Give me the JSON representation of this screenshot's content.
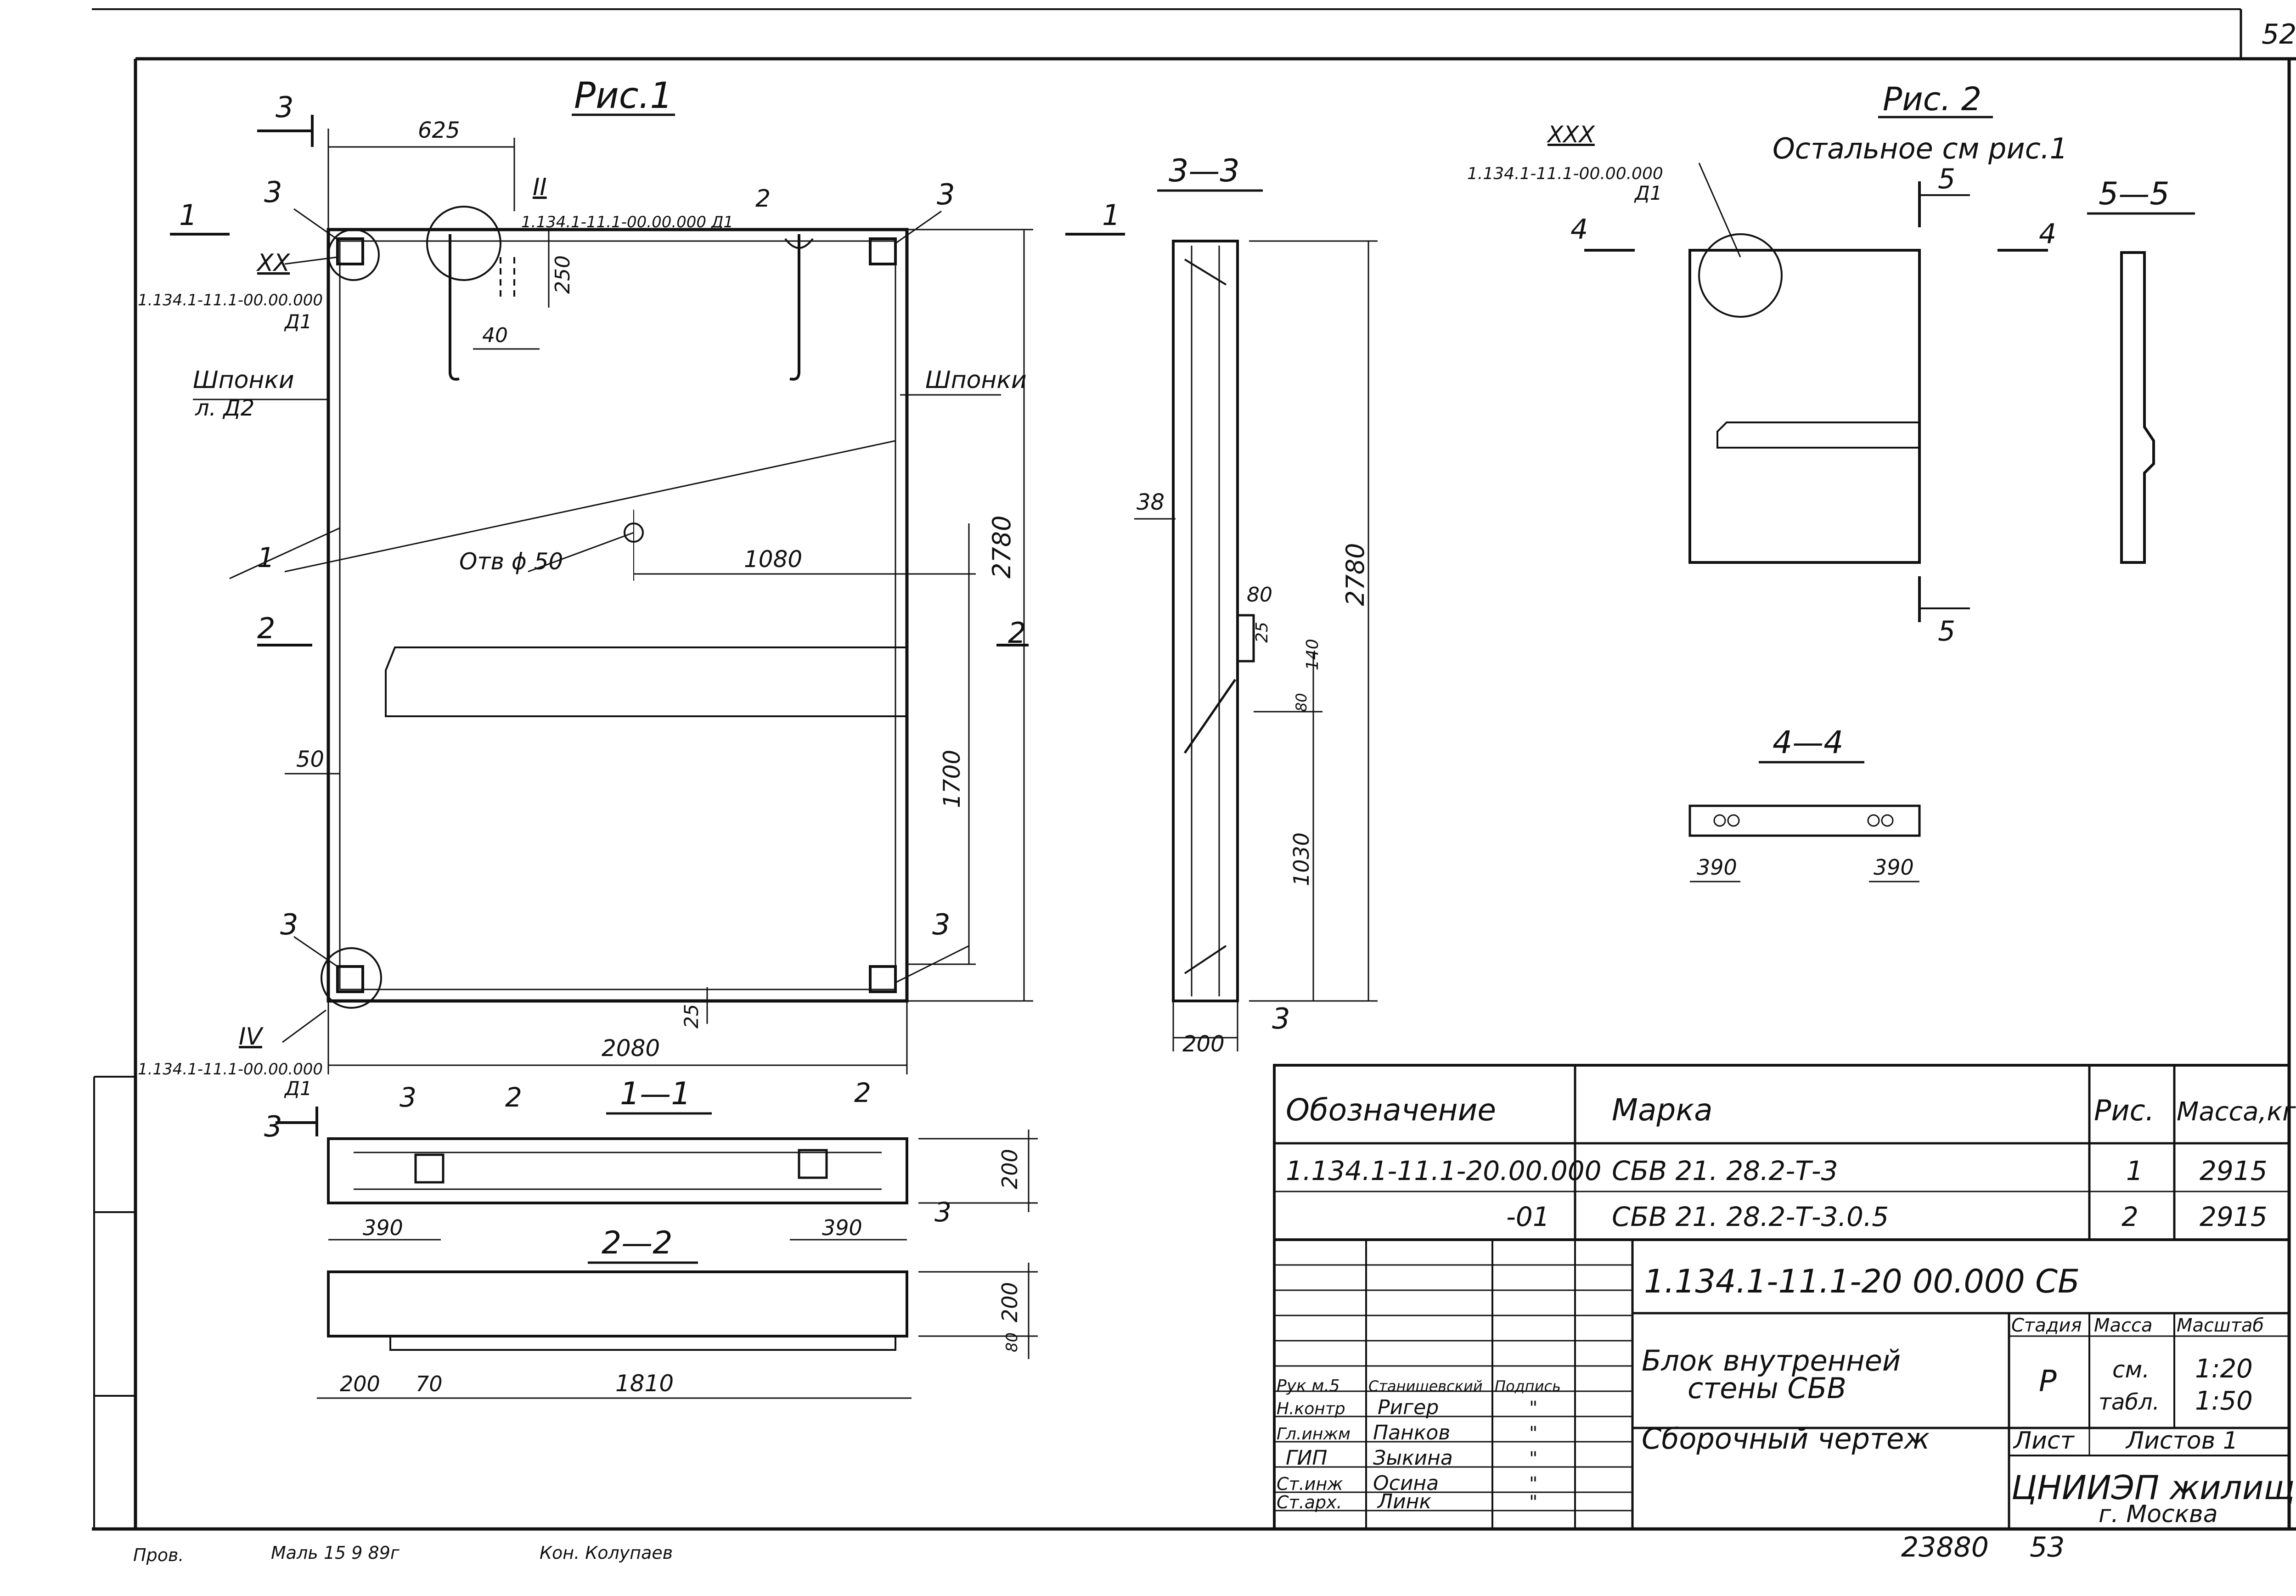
{
  "sheet": {
    "page_number": "52",
    "archive_number": "23880",
    "bottom_number": "53"
  },
  "fig1": {
    "title": "Рис.1",
    "cut_3": "3",
    "cut_1": "1",
    "cut_2": "2",
    "callout_3": "3",
    "callout_2": "2",
    "callout_1": "1",
    "node_II": "II",
    "node_XX": "XX",
    "node_IV": "IV",
    "ref_II": "1.134.1-11.1-00.00.000 Д1",
    "ref_XX": "1.134.1-11.1-00.00.000",
    "ref_XX_sheet": "Д1",
    "ref_IV": "1.134.1-11.1-00.00.000",
    "ref_IV_sheet": "Д1",
    "keys_left": "Шпонки",
    "keys_left_ref": "л. Д2",
    "keys_right": "Шпонки",
    "hole": "Отв ϕ 50",
    "dim_625": "625",
    "dim_250": "250",
    "dim_40": "40",
    "dim_1080": "1080",
    "dim_2780": "2780",
    "dim_1700": "1700",
    "dim_50": "50",
    "dim_25": "25",
    "dim_2080": "2080"
  },
  "sec33": {
    "title": "3—3",
    "dim_38": "38",
    "dim_80": "80",
    "dim_25": "25",
    "dim_140": "140",
    "dim_80b": "80",
    "dim_1030": "1030",
    "dim_2780": "2780",
    "dim_200": "200",
    "callout_3": "3"
  },
  "fig2": {
    "title": "Рис. 2",
    "note": "Остальное см рис.1",
    "node_XXX": "XXX",
    "ref": "1.134.1-11.1-00.00.000",
    "ref_sheet": "Д1",
    "cut_4": "4",
    "cut_5": "5",
    "sec55": "5—5",
    "sec44": "4—4",
    "dim_390a": "390",
    "dim_390b": "390"
  },
  "sec11": {
    "title": "1—1",
    "callout_3": "3",
    "callout_2": "2",
    "callout_2b": "2",
    "callout_3b": "3",
    "dim_390a": "390",
    "dim_390b": "390",
    "dim_200": "200"
  },
  "sec22": {
    "title": "2—2",
    "dim_200": "200",
    "dim_70": "70",
    "dim_1810": "1810",
    "dim_200v": "200",
    "dim_80": "80"
  },
  "spec": {
    "headers": [
      "Обозначение",
      "Марка",
      "Рис.",
      "Масса,кг"
    ],
    "rows": [
      [
        "1.134.1-11.1-20.00.000",
        "СБВ 21. 28.2-Т-3",
        "1",
        "2915"
      ],
      [
        "-01",
        "СБВ 21. 28.2-Т-3.0.5",
        "2",
        "2915"
      ]
    ]
  },
  "title_block": {
    "code": "1.134.1-11.1-20 00.000 СБ",
    "name_line1": "Блок внутренней",
    "name_line2": "стены СБВ",
    "doc_type": "Сборочный чертеж",
    "stage_header": "Стадия",
    "mass_header": "Масса",
    "scale_header": "Масштаб",
    "stage": "Р",
    "mass_line1": "см.",
    "mass_line2": "табл.",
    "scale_line1": "1:20",
    "scale_line2": "1:50",
    "sheet_label": "Лист",
    "sheets_label": "Листов 1",
    "org_line1": "ЦНИИЭП жилища",
    "org_line2": "г. Москва",
    "signatures": [
      {
        "role": "Рук м.5",
        "name": "Станишевский",
        "sign": "Подпись"
      },
      {
        "role": "Н.контр",
        "name": "Ригер",
        "sign": "\""
      },
      {
        "role": "Гл.инжм",
        "name": "Панков",
        "sign": "\""
      },
      {
        "role": "ГИП",
        "name": "Зыкина",
        "sign": "\""
      },
      {
        "role": "Ст.инж",
        "name": "Осина",
        "sign": "\""
      },
      {
        "role": "Ст.арх.",
        "name": "Линк",
        "sign": "\""
      }
    ]
  },
  "footer": {
    "checked_label": "Пров.",
    "checked_note": "Маль 15 9 89г",
    "control": "Кон. Колупаев"
  }
}
